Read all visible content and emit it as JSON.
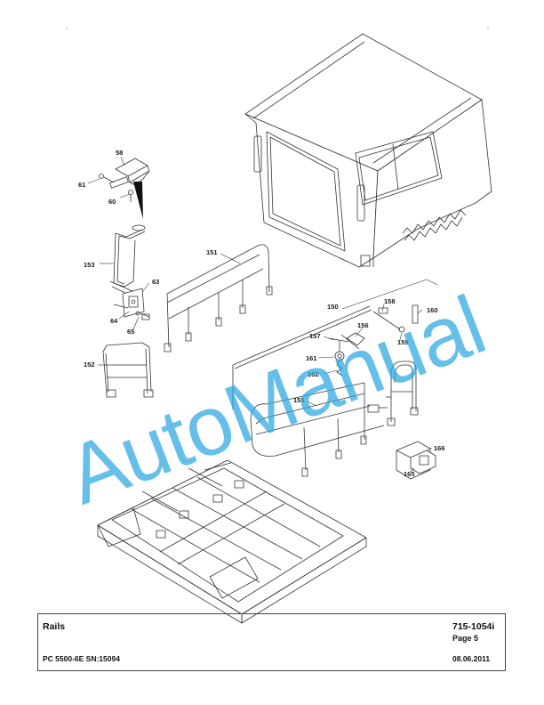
{
  "watermark": "AutoManual",
  "callouts": {
    "c58": "58",
    "c61": "61",
    "c60": "60",
    "c153": "153",
    "c63": "63",
    "c64": "64",
    "c65": "65",
    "c152": "152",
    "c151": "151",
    "c150": "150",
    "c158": "158",
    "c160": "160",
    "c156": "156",
    "c157": "157",
    "c159": "159",
    "c161": "161",
    "c162": "162",
    "c155": "155",
    "c166": "166",
    "c165": "165"
  },
  "footer": {
    "title": "Rails",
    "doc_number": "715-1054i",
    "page": "Page 5",
    "machine": "PC 5500-6E SN:15094",
    "date": "08.06.2011"
  }
}
